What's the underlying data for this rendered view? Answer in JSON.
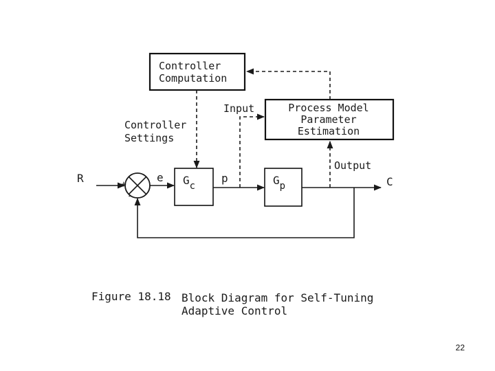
{
  "diagram": {
    "controller_computation": {
      "line1": "Controller",
      "line2": "Computation"
    },
    "process_model": {
      "line1": "Process Model",
      "line2": "Parameter",
      "line3": "Estimation"
    },
    "controller_settings": {
      "line1": "Controller",
      "line2": "Settings"
    },
    "input_label": "Input",
    "output_label": "Output",
    "r_label": "R",
    "e_label": "e",
    "p_label": "p",
    "c_label": "C",
    "plus_sign": "+",
    "minus_sign": "-",
    "gc": {
      "main": "G",
      "sub": "c"
    },
    "gp": {
      "main": "G",
      "sub": "p"
    }
  },
  "caption": {
    "figure_number": "Figure 18.18",
    "line1": "Block Diagram for Self-Tuning",
    "line2": "Adaptive Control"
  },
  "slide": {
    "page_number": "22"
  }
}
